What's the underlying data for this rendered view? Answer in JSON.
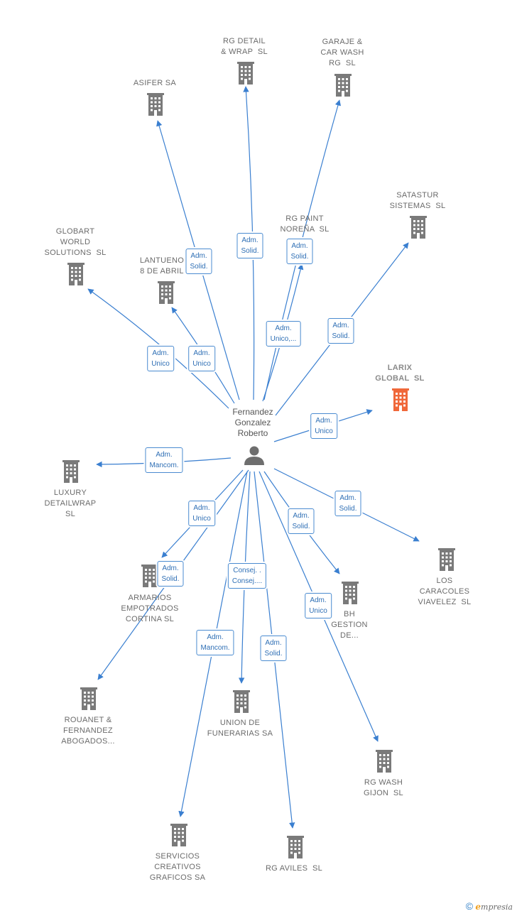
{
  "person": {
    "name": "Fernandez\nGonzalez\nRoberto",
    "icon": "person-icon"
  },
  "companies": [
    {
      "id": "rg-detail",
      "name": "RG DETAIL\n& WRAP  SL",
      "icon": "building-icon"
    },
    {
      "id": "garaje",
      "name": "GARAJE &\nCAR WASH\nRG  SL",
      "icon": "building-icon"
    },
    {
      "id": "asifer",
      "name": "ASIFER SA",
      "icon": "building-icon"
    },
    {
      "id": "satastur",
      "name": "SATASTUR\nSISTEMAS  SL",
      "icon": "building-icon"
    },
    {
      "id": "rg-paint",
      "name": "RG PAINT\nNOREÑA  SL",
      "icon": "building-icon"
    },
    {
      "id": "globart",
      "name": "GLOBART\nWORLD\nSOLUTIONS  SL",
      "icon": "building-icon"
    },
    {
      "id": "lantueno",
      "name": "LANTUENO\n8 DE ABRIL",
      "icon": "building-icon"
    },
    {
      "id": "larix",
      "name": "LARIX\nGLOBAL  SL",
      "icon": "building-icon",
      "focus": true
    },
    {
      "id": "luxury",
      "name": "LUXURY\nDETAILWRAP\nSL",
      "icon": "building-icon"
    },
    {
      "id": "armarios",
      "name": "ARMARIOS\nEMPOTRADOS\nCORTINA SL",
      "icon": "building-icon"
    },
    {
      "id": "los-caracoles",
      "name": "LOS\nCARACOLES\nVIAVELEZ  SL",
      "icon": "building-icon"
    },
    {
      "id": "bh-gestion",
      "name": "BH\nGESTION\nDE...",
      "icon": "building-icon"
    },
    {
      "id": "rouanet",
      "name": "ROUANET &\nFERNANDEZ\nABOGADOS...",
      "icon": "building-icon"
    },
    {
      "id": "union",
      "name": "UNION DE\nFUNERARIAS SA",
      "icon": "building-icon"
    },
    {
      "id": "rg-wash",
      "name": "RG WASH\nGIJON  SL",
      "icon": "building-icon"
    },
    {
      "id": "servicios",
      "name": "SERVICIOS\nCREATIVOS\nGRAFICOS SA",
      "icon": "building-icon"
    },
    {
      "id": "rg-aviles",
      "name": "RG AVILES  SL",
      "icon": "building-icon"
    }
  ],
  "relations": [
    {
      "to": "rg-detail",
      "label": "Adm.\nSolid."
    },
    {
      "to": "garaje",
      "label": "Adm.\nSolid."
    },
    {
      "to": "asifer",
      "label": "Adm.\nSolid."
    },
    {
      "to": "satastur",
      "label": "Adm.\nSolid."
    },
    {
      "to": "rg-paint",
      "label": "Adm.\nUnico,..."
    },
    {
      "to": "globart",
      "label": "Adm.\nUnico"
    },
    {
      "to": "lantueno",
      "label": "Adm.\nUnico"
    },
    {
      "to": "larix",
      "label": "Adm.\nUnico"
    },
    {
      "to": "luxury",
      "label": "Adm.\nMancom."
    },
    {
      "to": "armarios",
      "label": "Adm.\nUnico"
    },
    {
      "to": "los-caracoles",
      "label": "Adm.\nSolid."
    },
    {
      "to": "bh-gestion",
      "label": "Adm.\nSolid."
    },
    {
      "to": "rouanet",
      "label": "Adm.\nSolid."
    },
    {
      "to": "union",
      "label": "Consej. .\nConsej...."
    },
    {
      "to": "rg-wash",
      "label": "Adm.\nUnico"
    },
    {
      "to": "servicios",
      "label": "Adm.\nMancom."
    },
    {
      "to": "rg-aviles",
      "label": "Adm.\nSolid."
    }
  ],
  "colors": {
    "edge": "#3a7fd0",
    "building": "#7a7a7a",
    "focus_building": "#f0683a",
    "person": "#6e6e6e"
  },
  "footer": {
    "copyright": "©",
    "brand_initial": "e",
    "brand_rest": "mpresia"
  }
}
